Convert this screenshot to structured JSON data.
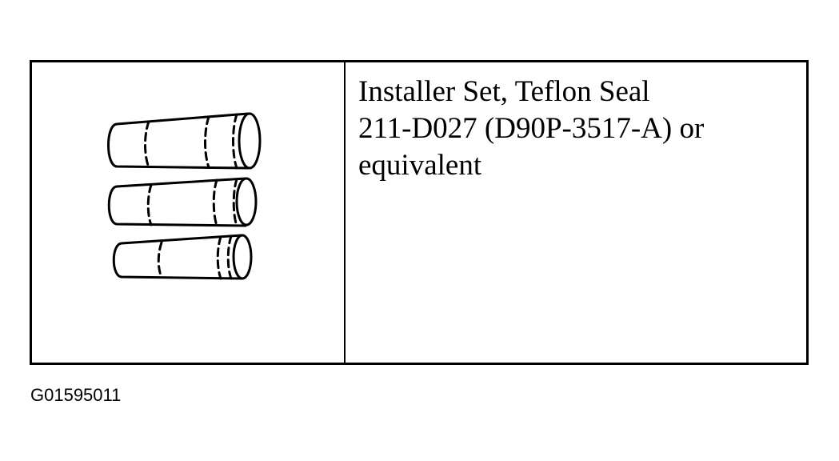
{
  "tool": {
    "description_lines": [
      "Installer Set, Teflon Seal",
      "211-D027 (D90P-3517-A) or",
      "equivalent"
    ],
    "illustration": "three-tapered-seal-installer-sleeves"
  },
  "figure_id": "G01595011",
  "colors": {
    "ink": "#000000",
    "background": "#ffffff"
  }
}
